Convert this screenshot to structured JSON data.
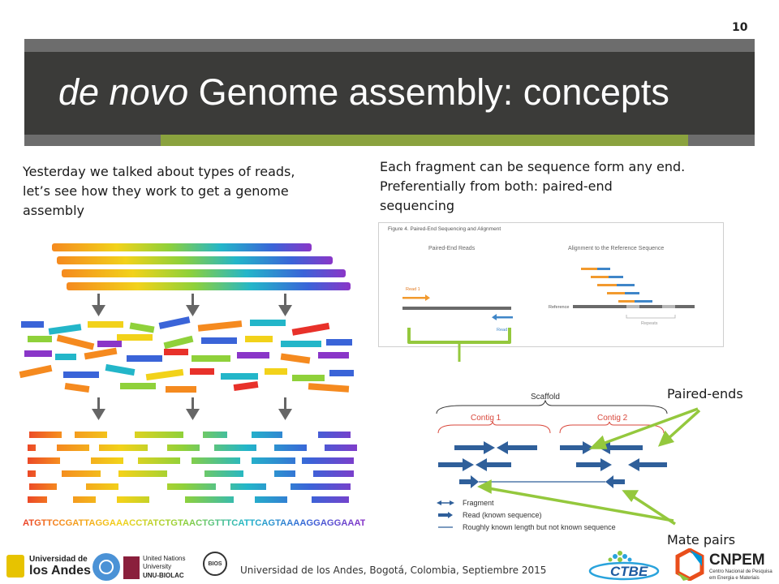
{
  "slide": {
    "number": "10"
  },
  "title": {
    "italic": "de novo",
    "rest": " Genome assembly: concepts"
  },
  "left_text": [
    "Yesterday we talked about types of reads,",
    "let’s see how they work to get a genome",
    "assembly"
  ],
  "right_text": [
    "Each fragment can be sequence form any end.",
    "Preferentially from both: paired-end",
    "sequencing"
  ],
  "assembly_figure": {
    "sequence": "ATGTTCCGATTAGGAAACCTATCTGTAACTGTTTCATTCAGTAAAAGGAGGAAATATAA"
  },
  "paired_end_figure": {
    "caption": "Figure 4. Paired-End Sequencing and Alignment",
    "left_heading": "Paired-End Reads",
    "right_heading": "Alignment to the Reference Sequence",
    "read1": "Read 1",
    "read2": "Read 2",
    "reference": "Reference",
    "repeats": "Repeats"
  },
  "scaffold_figure": {
    "scaffold": "Scaffold",
    "contig1": "Contig 1",
    "contig2": "Contig 2",
    "legend": [
      "Fragment",
      "Read (known sequence)",
      "Roughly known length but not known sequence"
    ]
  },
  "labels": {
    "paired_ends": "Paired-ends",
    "mate_pairs": "Mate pairs"
  },
  "footer": {
    "text": "Universidad de los Andes, Bogotá, Colombia, Septiembre 2015"
  },
  "logos": {
    "uniandes": [
      "Universidad de",
      "los Andes"
    ],
    "unu": [
      "United Nations",
      "University",
      "UNU-BIOLAC"
    ],
    "bios": "BIOS",
    "ctbe": "CTBE",
    "cnpem": "CNPEM",
    "cnpem_sub": [
      "Centro Nacional de Pesquisa",
      "em Energia e Materiais"
    ]
  },
  "colors": {
    "accent": "#8aa23e",
    "title_bg": "#3b3b39",
    "bar_gray": "#6d6d6d",
    "contig_red": "#d9473b",
    "read_blue": "#2f5f9a",
    "arrow_green": "#94c83d"
  }
}
